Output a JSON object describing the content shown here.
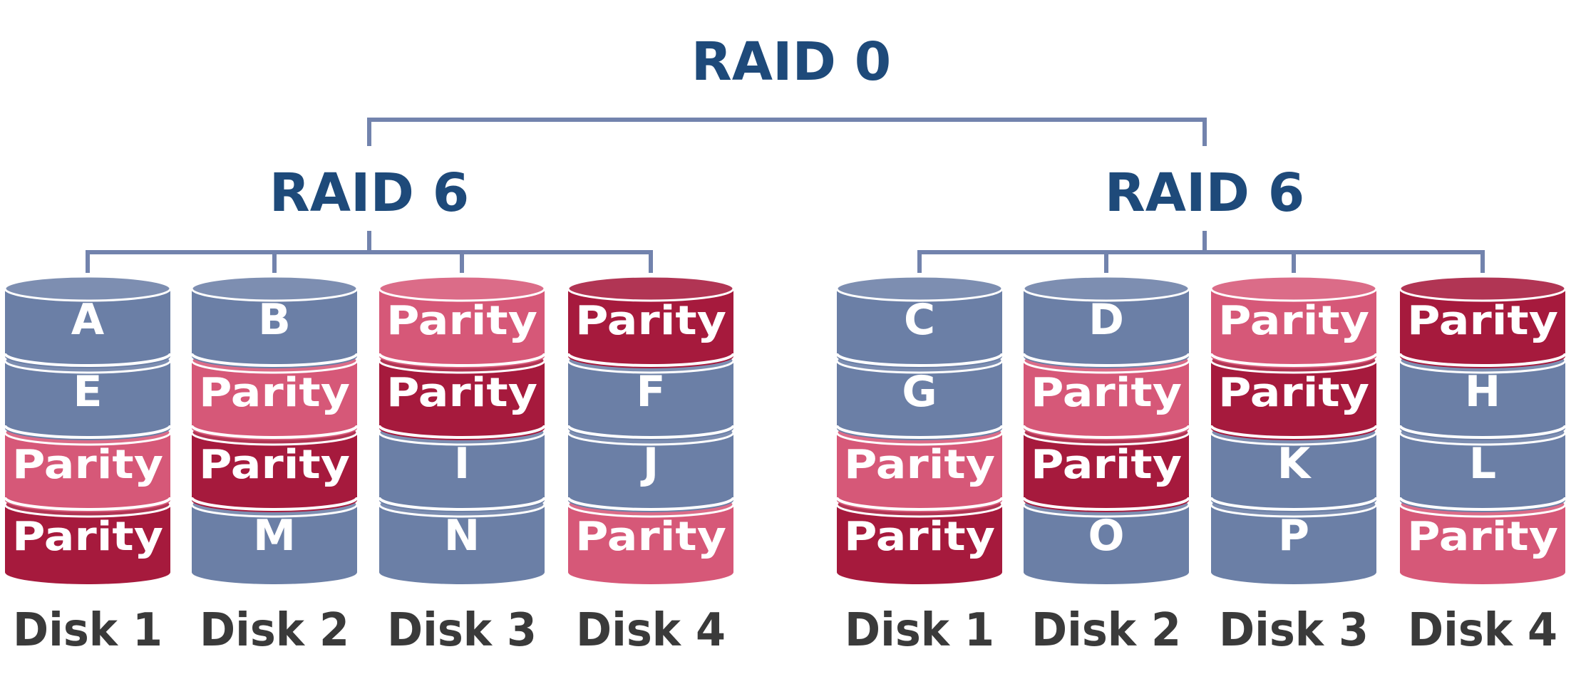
{
  "title": "RAID 0",
  "colors": {
    "data": "#6b7fa6",
    "parity_light": "#d65878",
    "parity_dark": "#a61a3d",
    "heading": "#1e4a7a",
    "connector": "#7283ad",
    "disk_label": "#3a3a3a",
    "block_text": "#ffffff"
  },
  "groups": [
    {
      "label": "RAID 6",
      "disks": [
        {
          "label": "Disk 1",
          "blocks": [
            {
              "text": "A",
              "kind": "data"
            },
            {
              "text": "E",
              "kind": "data"
            },
            {
              "text": "Parity",
              "kind": "parity_light"
            },
            {
              "text": "Parity",
              "kind": "parity_dark"
            }
          ]
        },
        {
          "label": "Disk 2",
          "blocks": [
            {
              "text": "B",
              "kind": "data"
            },
            {
              "text": "Parity",
              "kind": "parity_light"
            },
            {
              "text": "Parity",
              "kind": "parity_dark"
            },
            {
              "text": "M",
              "kind": "data"
            }
          ]
        },
        {
          "label": "Disk 3",
          "blocks": [
            {
              "text": "Parity",
              "kind": "parity_light"
            },
            {
              "text": "Parity",
              "kind": "parity_dark"
            },
            {
              "text": "I",
              "kind": "data"
            },
            {
              "text": "N",
              "kind": "data"
            }
          ]
        },
        {
          "label": "Disk 4",
          "blocks": [
            {
              "text": "Parity",
              "kind": "parity_dark"
            },
            {
              "text": "F",
              "kind": "data"
            },
            {
              "text": "J",
              "kind": "data"
            },
            {
              "text": "Parity",
              "kind": "parity_light"
            }
          ]
        }
      ]
    },
    {
      "label": "RAID 6",
      "disks": [
        {
          "label": "Disk 1",
          "blocks": [
            {
              "text": "C",
              "kind": "data"
            },
            {
              "text": "G",
              "kind": "data"
            },
            {
              "text": "Parity",
              "kind": "parity_light"
            },
            {
              "text": "Parity",
              "kind": "parity_dark"
            }
          ]
        },
        {
          "label": "Disk 2",
          "blocks": [
            {
              "text": "D",
              "kind": "data"
            },
            {
              "text": "Parity",
              "kind": "parity_light"
            },
            {
              "text": "Parity",
              "kind": "parity_dark"
            },
            {
              "text": "O",
              "kind": "data"
            }
          ]
        },
        {
          "label": "Disk 3",
          "blocks": [
            {
              "text": "Parity",
              "kind": "parity_light"
            },
            {
              "text": "Parity",
              "kind": "parity_dark"
            },
            {
              "text": "K",
              "kind": "data"
            },
            {
              "text": "P",
              "kind": "data"
            }
          ]
        },
        {
          "label": "Disk 4",
          "blocks": [
            {
              "text": "Parity",
              "kind": "parity_dark"
            },
            {
              "text": "H",
              "kind": "data"
            },
            {
              "text": "L",
              "kind": "data"
            },
            {
              "text": "Parity",
              "kind": "parity_light"
            }
          ]
        }
      ]
    }
  ]
}
